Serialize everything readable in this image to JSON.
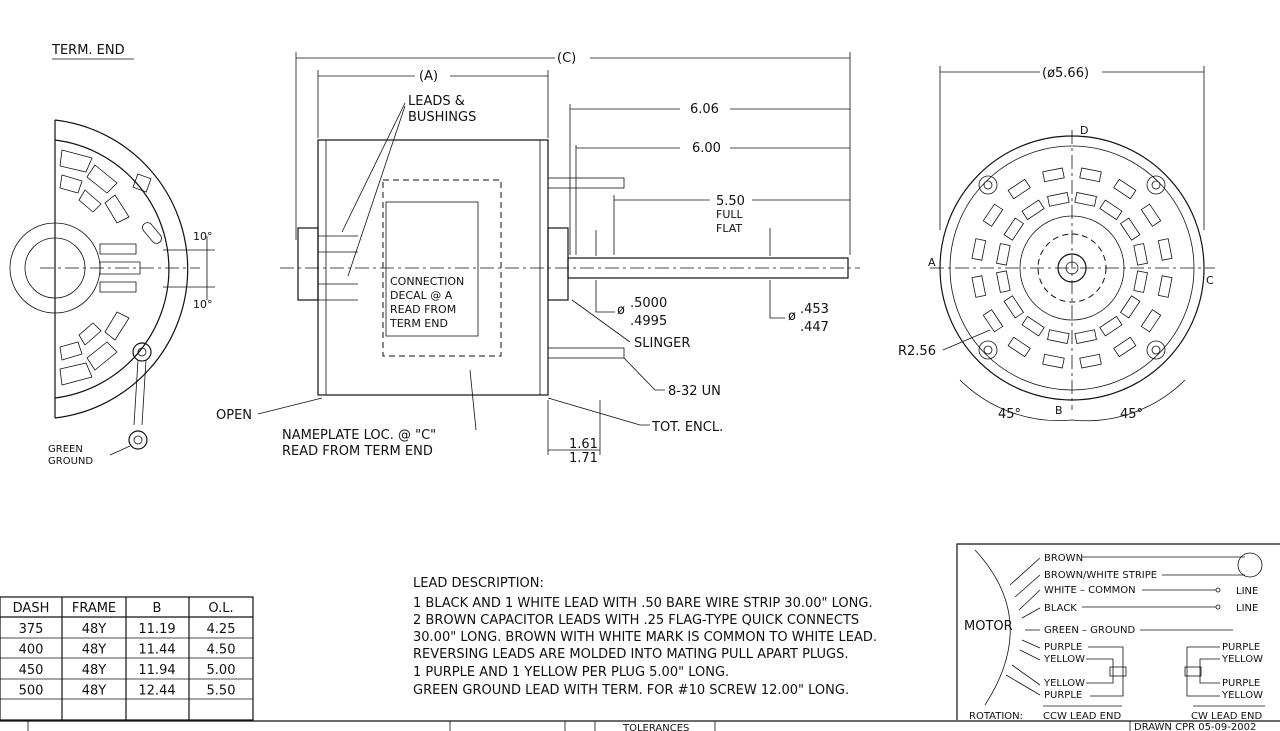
{
  "left_view": {
    "title": "TERM. END",
    "angle_top": "10°",
    "angle_bottom": "10°",
    "ground_label_1": "GREEN",
    "ground_label_2": "GROUND"
  },
  "side_view": {
    "dim_c": "(C)",
    "dim_a": "(A)",
    "leads_1": "LEADS &",
    "leads_2": "BUSHINGS",
    "dim_606": "6.06",
    "dim_600": "6.00",
    "dim_550": "5.50",
    "full": "FULL",
    "flat": "FLAT",
    "decal": [
      "CONNECTION",
      "DECAL @ A",
      "READ FROM",
      "TERM END"
    ],
    "dia_sym": "ø",
    "dia1_top": ".5000",
    "dia1_bot": ".4995",
    "dia2_top": ".453",
    "dia2_bot": ".447",
    "slinger": "SLINGER",
    "thread": "8-32 UN",
    "open": "OPEN",
    "tot_encl": "TOT. ENCL.",
    "nameplate_1": "NAMEPLATE LOC. @ \"C\"",
    "nameplate_2": "READ FROM TERM END",
    "dim_161": "1.61",
    "dim_171": "1.71"
  },
  "right_view": {
    "dia": "(ø5.66)",
    "d": "D",
    "a": "A",
    "c": "C",
    "b": "B",
    "radius": "R2.56",
    "angle_left": "45°",
    "angle_right": "45°"
  },
  "table": {
    "headers": [
      "DASH",
      "FRAME",
      "B",
      "O.L."
    ],
    "rows": [
      [
        "375",
        "48Y",
        "11.19",
        "4.25"
      ],
      [
        "400",
        "48Y",
        "11.44",
        "4.50"
      ],
      [
        "450",
        "48Y",
        "11.94",
        "5.00"
      ],
      [
        "500",
        "48Y",
        "12.44",
        "5.50"
      ]
    ]
  },
  "lead_description": {
    "title": "LEAD DESCRIPTION:",
    "lines": [
      "1 BLACK AND 1 WHITE LEAD WITH .50 BARE WIRE STRIP 30.00\" LONG.",
      "2 BROWN CAPACITOR LEADS WITH .25 FLAG-TYPE QUICK CONNECTS",
      "30.00\" LONG. BROWN WITH WHITE MARK IS COMMON TO WHITE LEAD.",
      "REVERSING LEADS ARE MOLDED INTO MATING PULL APART PLUGS.",
      "1 PURPLE AND 1 YELLOW PER PLUG 5.00\" LONG.",
      "GREEN GROUND LEAD WITH TERM. FOR #10 SCREW 12.00\" LONG."
    ]
  },
  "wiring": {
    "motor": "MOTOR",
    "brown": "BROWN",
    "brown_white": "BROWN/WHITE STRIPE",
    "white": "WHITE  –  COMMON",
    "black": "BLACK",
    "line1": "LINE",
    "line2": "LINE",
    "green": "GREEN  –  GROUND",
    "ccw": [
      "PURPLE",
      "YELLOW",
      "YELLOW",
      "PURPLE"
    ],
    "cw": [
      "PURPLE",
      "YELLOW",
      "PURPLE",
      "YELLOW"
    ],
    "rotation": "ROTATION:",
    "ccw_label": "CCW LEAD END",
    "cw_label": "CW LEAD END"
  },
  "title_block": {
    "tolerances": "TOLERANCES",
    "drawn": "DRAWN CPR  05-09-2002"
  }
}
